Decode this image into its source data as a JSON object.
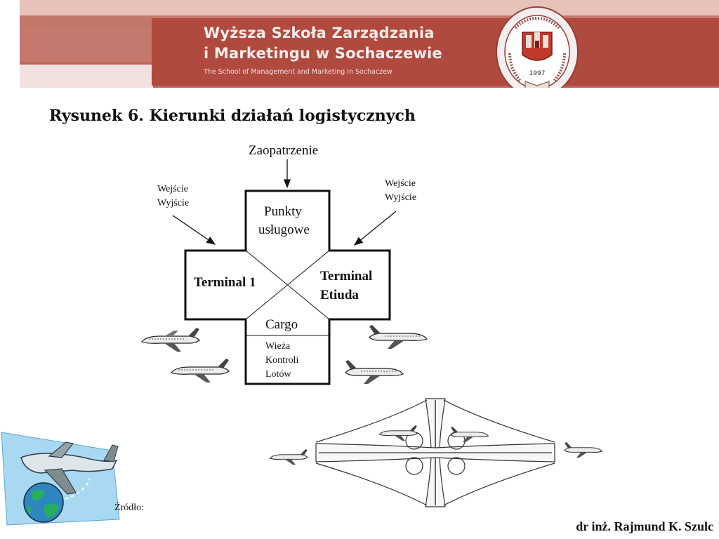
{
  "header": {
    "school_name_line1": "Wyższa Szkoła Zarządzania",
    "school_name_line2": "i Marketingu w Sochaczewie",
    "school_name_en": "The School of Management and Marketing in Sochaczew",
    "seal_year": "1997"
  },
  "title": "Rysunek 6. Kierunki działań logistycznych",
  "diagram": {
    "supply_label": "Zaopatrzenie",
    "left_io": [
      "Wejście",
      "Wyjście"
    ],
    "right_io": [
      "Wejście",
      "Wyjście"
    ],
    "top_arm": [
      "Punkty",
      "usługowe"
    ],
    "left_arm": "Terminal 1",
    "right_arm": [
      "Terminal",
      "Etiuda"
    ],
    "bottom_arm": "Cargo",
    "tower": [
      "Wieża",
      "Kontroli",
      "Lotów"
    ]
  },
  "footer": {
    "source_label": "Źródło:",
    "author": "dr inż. Rajmund K. Szulc"
  },
  "colors": {
    "banner": "#b04a3f",
    "banner_text": "#fbecea"
  },
  "icons": [
    "airplane-icon",
    "globe-icon",
    "seal-icon",
    "castle-icon"
  ]
}
